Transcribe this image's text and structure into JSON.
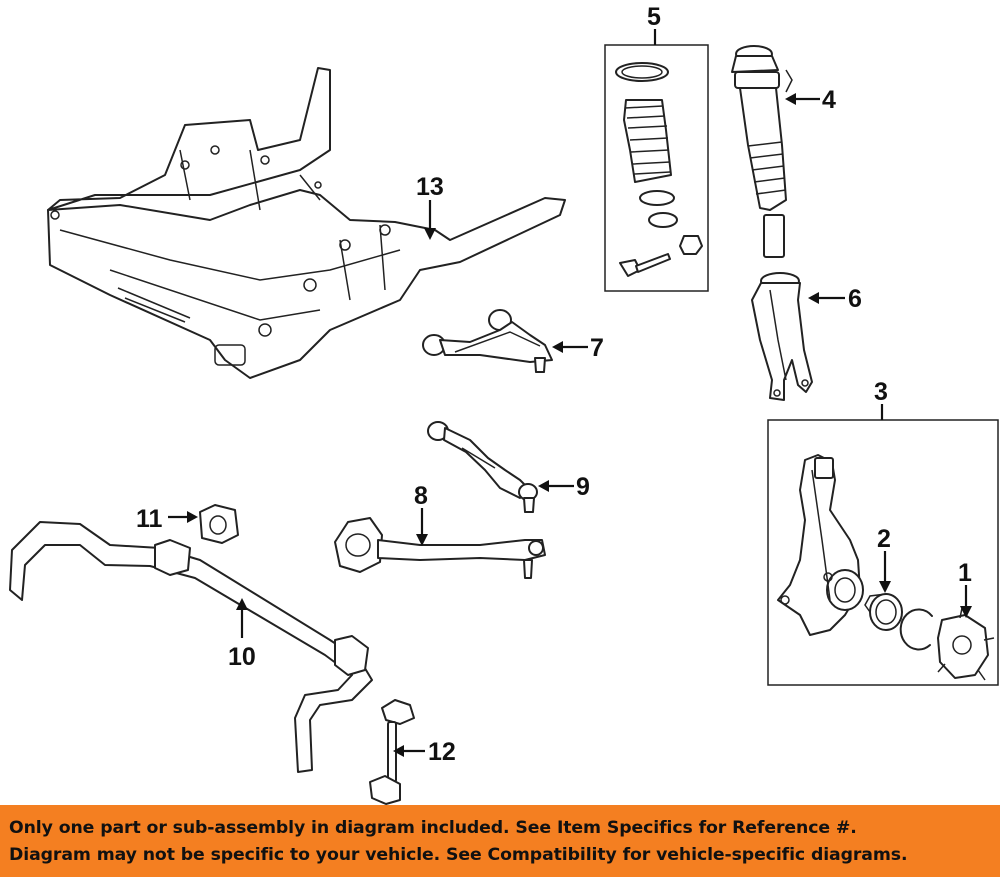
{
  "callouts": {
    "c1": "1",
    "c2": "2",
    "c3": "3",
    "c4": "4",
    "c5": "5",
    "c6": "6",
    "c7": "7",
    "c8": "8",
    "c9": "9",
    "c10": "10",
    "c11": "11",
    "c12": "12",
    "c13": "13"
  },
  "footer": {
    "line1": "Only one part or sub-assembly in diagram included. See Item Specifics for Reference #.",
    "line2": "Diagram may not be specific to your vehicle. See Compatibility for vehicle-specific diagrams."
  },
  "colors": {
    "footer_background": "#f47f21",
    "line_art": "#222222",
    "background": "#ffffff"
  }
}
